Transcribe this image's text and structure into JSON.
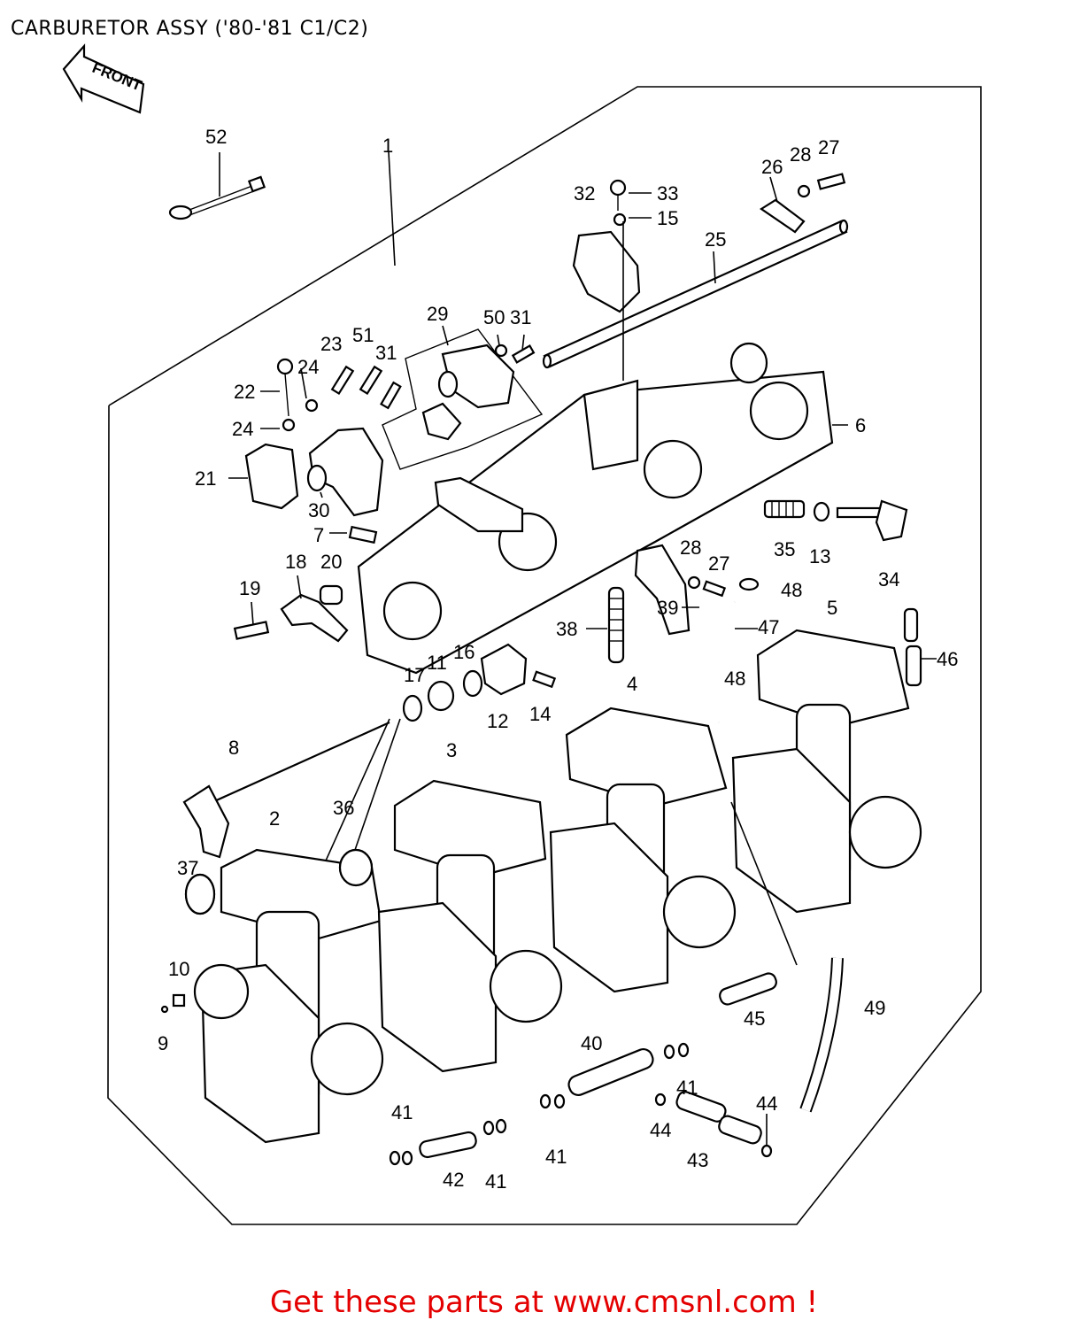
{
  "title": "CARBURETOR ASSY ('80-'81 C1/C2)",
  "front_label": "FRONT",
  "footer_link": "Get these parts at www.cmsnl.com !",
  "watermark": "www.cmsnl.com",
  "callouts": [
    "1",
    "2",
    "3",
    "4",
    "5",
    "6",
    "7",
    "8",
    "9",
    "10",
    "11",
    "12",
    "13",
    "14",
    "15",
    "16",
    "17",
    "18",
    "19",
    "20",
    "21",
    "22",
    "23",
    "24",
    "24",
    "25",
    "26",
    "27",
    "27",
    "28",
    "28",
    "29",
    "30",
    "31",
    "31",
    "32",
    "33",
    "34",
    "35",
    "36",
    "37",
    "38",
    "39",
    "40",
    "41",
    "41",
    "41",
    "41",
    "42",
    "43",
    "44",
    "44",
    "45",
    "46",
    "47",
    "48",
    "48",
    "49",
    "50",
    "51",
    "52"
  ],
  "colors": {
    "footer": "#e40000",
    "line": "#000000",
    "background": "#ffffff"
  }
}
